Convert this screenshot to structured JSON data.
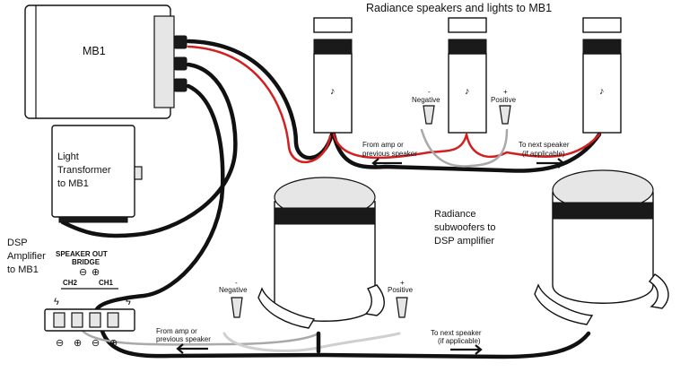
{
  "labels": {
    "mb1": "MB1",
    "radiance_title": "Radiance speakers and lights to MB1",
    "light_transformer": [
      "Light",
      "Transformer",
      "to MB1"
    ],
    "dsp_amplifier": [
      "DSP",
      "Amplifier",
      "to MB1"
    ],
    "speaker_out": "SPEAKER OUT",
    "bridge": "BRIDGE",
    "ch1": "CH1",
    "ch2": "CH2",
    "subwoofers": [
      "Radiance",
      "subwoofers to",
      "DSP amplifier"
    ]
  },
  "top_wiring": {
    "negative_sign": "-",
    "negative": "Negative",
    "positive_sign": "+",
    "positive": "Positive",
    "from_amp": [
      "From amp or",
      "previous speaker"
    ],
    "to_next": [
      "To next speaker",
      "(if applicable)"
    ]
  },
  "bottom_wiring": {
    "negative_sign": "-",
    "negative": "Negative",
    "positive_sign": "+",
    "positive": "Positive",
    "from_amp": [
      "From amp or",
      "previous speaker"
    ],
    "to_next": [
      "To next speaker",
      "(if applicable)"
    ]
  },
  "terminal_symbols": {
    "top": [
      "⊖",
      "⊕"
    ],
    "bottom": [
      "⊖",
      "⊕",
      "⊖",
      "⊕"
    ]
  },
  "colors": {
    "cable_black": "#111111",
    "cable_red": "#d22020",
    "cable_gray": "#a9a9a9"
  }
}
